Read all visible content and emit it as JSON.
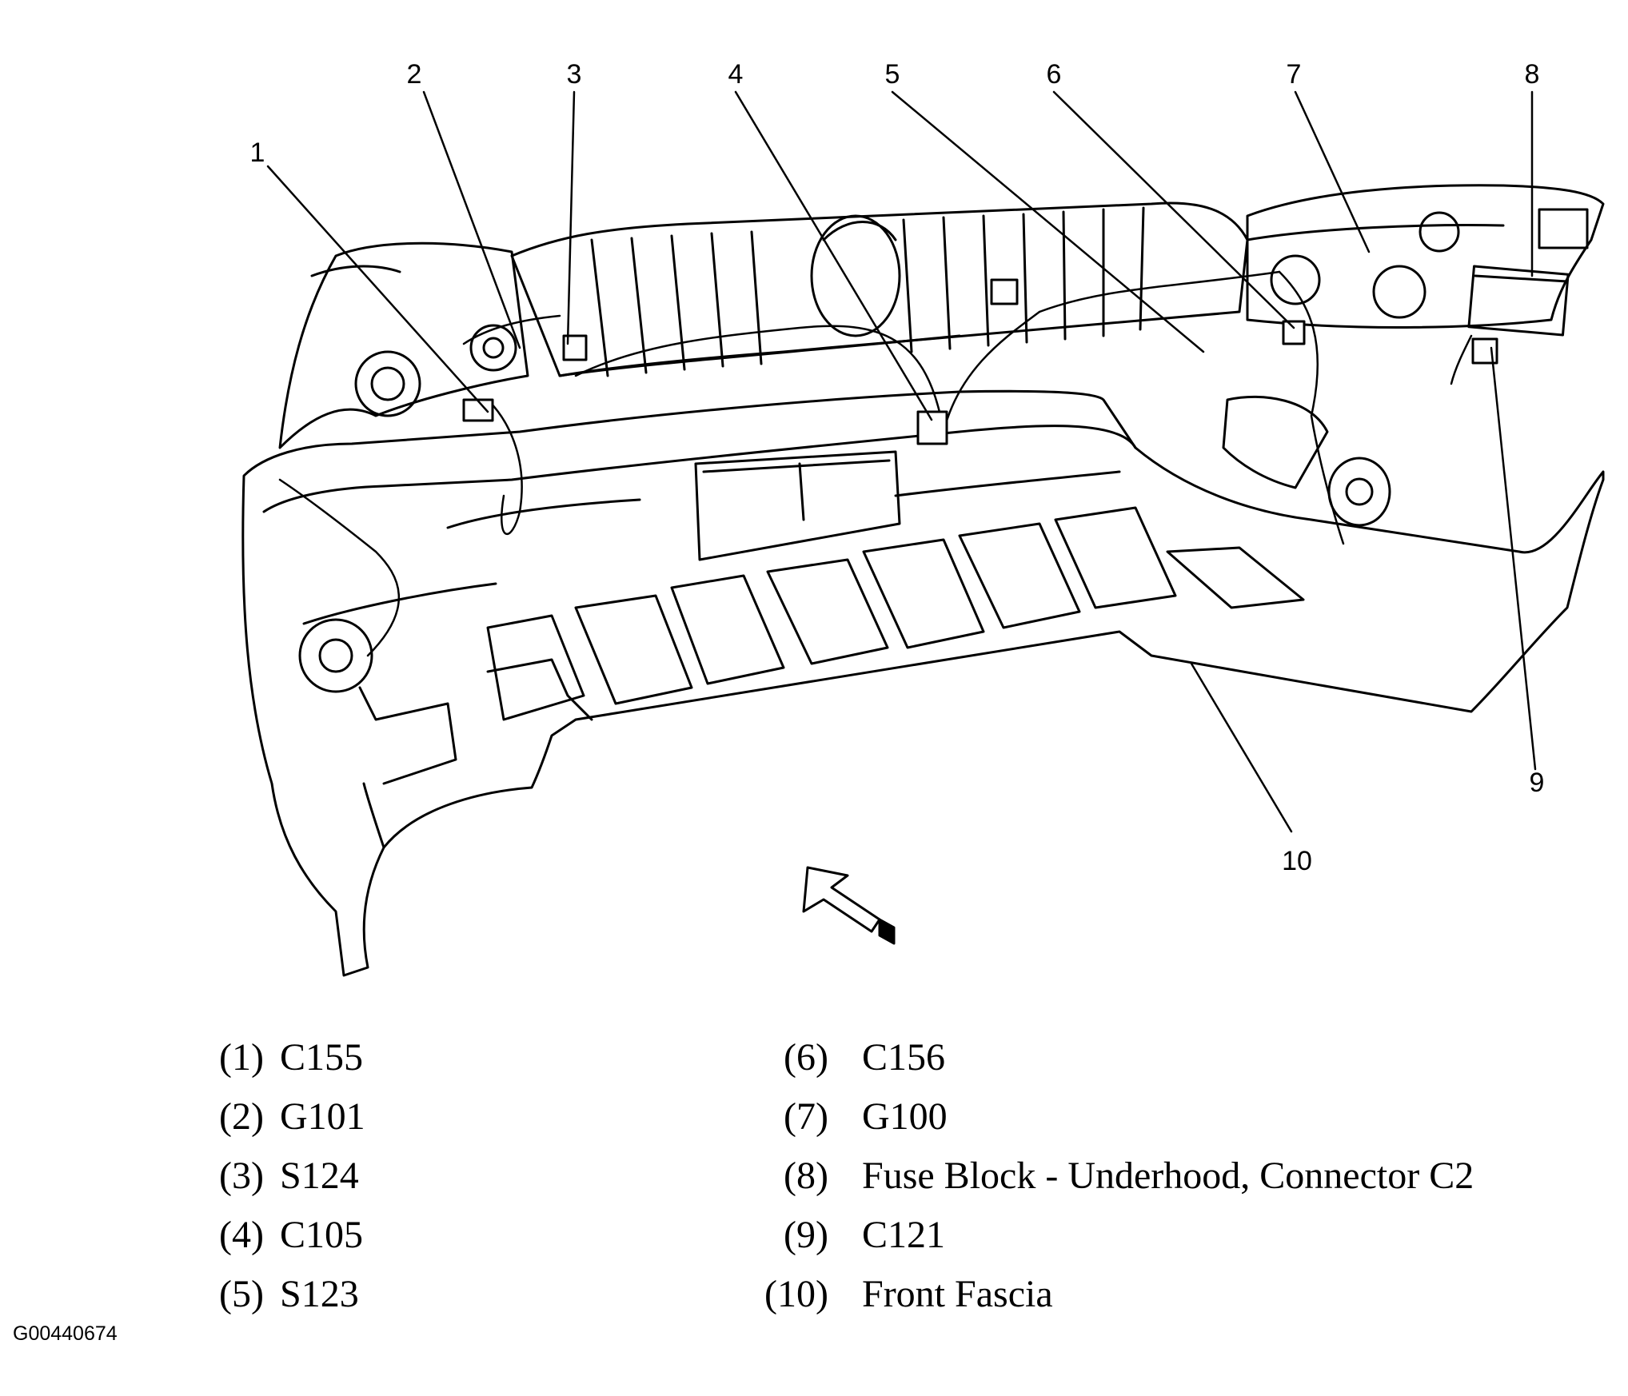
{
  "diagram": {
    "callouts": [
      "1",
      "2",
      "3",
      "4",
      "5",
      "6",
      "7",
      "8",
      "9",
      "10"
    ],
    "stroke_color": "#000000",
    "background_color": "#ffffff"
  },
  "legend": {
    "left": [
      {
        "num": "(1)",
        "label": "C155"
      },
      {
        "num": "(2)",
        "label": "G101"
      },
      {
        "num": "(3)",
        "label": "S124"
      },
      {
        "num": "(4)",
        "label": "C105"
      },
      {
        "num": "(5)",
        "label": "S123"
      }
    ],
    "right": [
      {
        "num": "(6)",
        "label": "C156"
      },
      {
        "num": "(7)",
        "label": "G100"
      },
      {
        "num": "(8)",
        "label": "Fuse Block - Underhood, Connector C2"
      },
      {
        "num": "(9)",
        "label": "C121"
      },
      {
        "num": "(10)",
        "label": "Front Fascia"
      }
    ]
  },
  "figure_id": "G00440674"
}
